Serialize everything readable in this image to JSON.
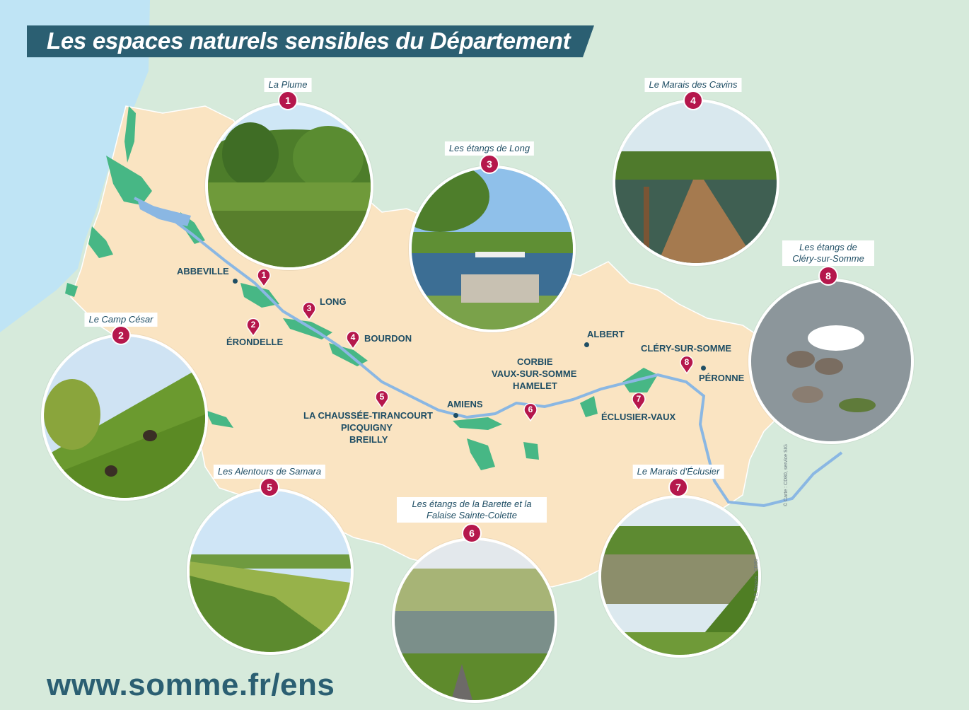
{
  "title": "Les espaces naturels sensibles du Département",
  "url": "www.somme.fr/ens",
  "colors": {
    "background": "#d6eadb",
    "sea": "#bfe4f5",
    "land": "#fae4c2",
    "green_areas": "#47b785",
    "river": "#8ab7e3",
    "marker": "#b5174c",
    "text_blue": "#1f4e64",
    "banner": "#2b5f72"
  },
  "sites": [
    {
      "num": "1",
      "name": "La Plume"
    },
    {
      "num": "2",
      "name": "Le Camp César"
    },
    {
      "num": "3",
      "name": "Les étangs de Long"
    },
    {
      "num": "4",
      "name": "Le Marais des Cavins"
    },
    {
      "num": "5",
      "name": "Les Alentours de Samara"
    },
    {
      "num": "6",
      "name": "Les étangs de la Barette et la Falaise Sainte-Colette"
    },
    {
      "num": "7",
      "name": "Le Marais d'Éclusier"
    },
    {
      "num": "8",
      "name": "Les étangs de Cléry-sur-Somme"
    }
  ],
  "towns": {
    "abbeville": "ABBEVILLE",
    "erondelle": "ÉRONDELLE",
    "long": "LONG",
    "bourdon": "BOURDON",
    "la_chaussee": "LA CHAUSSÉE-TIRANCOURT",
    "picquigny": "PICQUIGNY",
    "breilly": "BREILLY",
    "amiens": "AMIENS",
    "corbie": "CORBIE",
    "vaux": "VAUX-SUR-SOMME",
    "hamelet": "HAMELET",
    "albert": "ALBERT",
    "clery": "CLÉRY-SUR-SOMME",
    "peronne": "PÉRONNE",
    "eclusier": "ÉCLUSIER-VAUX"
  },
  "credits": {
    "map": "© Carte : CD80, service SIG",
    "photo": "© E.Tassus - CD80"
  }
}
